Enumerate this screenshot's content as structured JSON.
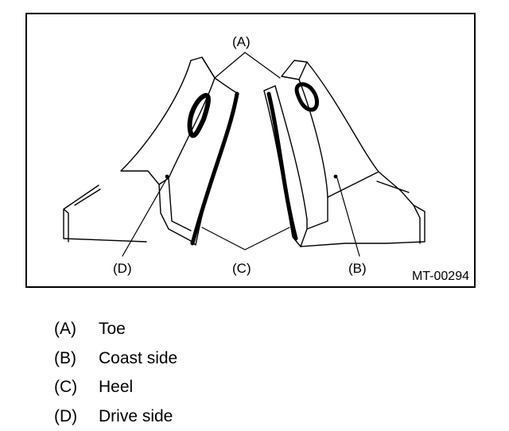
{
  "figure": {
    "callouts": {
      "a": "(A)",
      "b": "(B)",
      "c": "(C)",
      "d": "(D)"
    },
    "figure_id": "MT-00294"
  },
  "legend": [
    {
      "key": "(A)",
      "text": "Toe"
    },
    {
      "key": "(B)",
      "text": "Coast side"
    },
    {
      "key": "(C)",
      "text": "Heel"
    },
    {
      "key": "(D)",
      "text": "Drive side"
    }
  ],
  "colors": {
    "ink": "#000000",
    "paper": "#ffffff"
  }
}
